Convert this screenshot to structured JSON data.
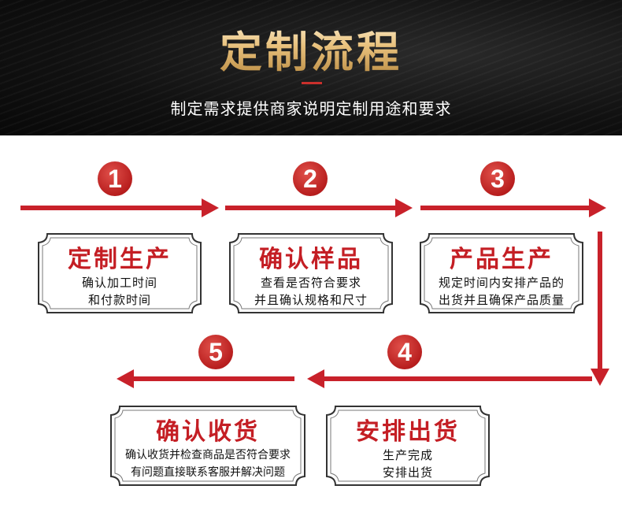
{
  "header": {
    "title": "定制流程",
    "subtitle": "制定需求提供商家说明定制用途和要求"
  },
  "steps": [
    {
      "number": "1",
      "title": "定制生产",
      "lines": [
        "确认加工时间",
        "和付款时间"
      ]
    },
    {
      "number": "2",
      "title": "确认样品",
      "lines": [
        "查看是否符合要求",
        "并且确认规格和尺寸"
      ]
    },
    {
      "number": "3",
      "title": "产品生产",
      "lines": [
        "规定时间内安排产品的",
        "出货并且确保产品质量"
      ]
    },
    {
      "number": "4",
      "title": "安排出货",
      "lines": [
        "生产完成",
        "安排出货"
      ]
    },
    {
      "number": "5",
      "title": "确认收货",
      "lines": [
        "确认收货并检查商品是否符合要求",
        "有问题直接联系客服并解决问题"
      ]
    }
  ],
  "colors": {
    "accent_red": "#c8212a",
    "title_gold": "#e8c68a",
    "header_bg": "#111111"
  }
}
